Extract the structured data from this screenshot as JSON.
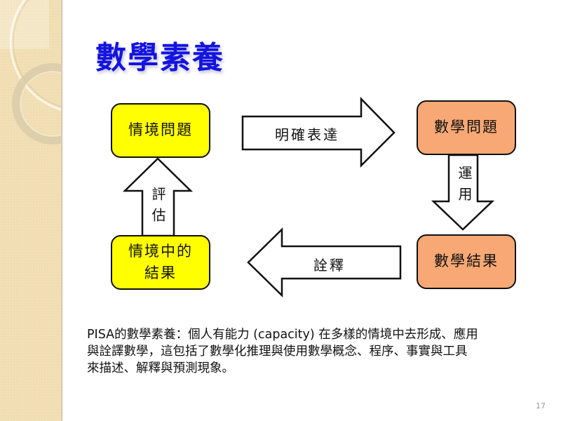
{
  "slide": {
    "title": "數學素養",
    "page_number": "17"
  },
  "diagram": {
    "colors": {
      "situation_fill": "#ffff00",
      "math_fill": "#f7a874",
      "title_color": "#1414e0"
    },
    "nodes": {
      "real_problem": "情境問題",
      "math_problem": "數學問題",
      "math_result": "數學結果",
      "real_result": "情境中的結果"
    },
    "real_result_lines": [
      "情境中的",
      "結果"
    ],
    "edges": {
      "formulate": "明確表達",
      "employ": "運用",
      "interpret": "詮釋",
      "evaluate": "評估"
    }
  },
  "description": {
    "lines": [
      "PISA的數學素養：個人有能力 (capacity) 在多樣的情境中去形成、應用",
      "與詮譯數學，這包括了數學化推理與使用數學概念、程序、事實與工具",
      "來描述、解釋與預測現象。"
    ]
  }
}
